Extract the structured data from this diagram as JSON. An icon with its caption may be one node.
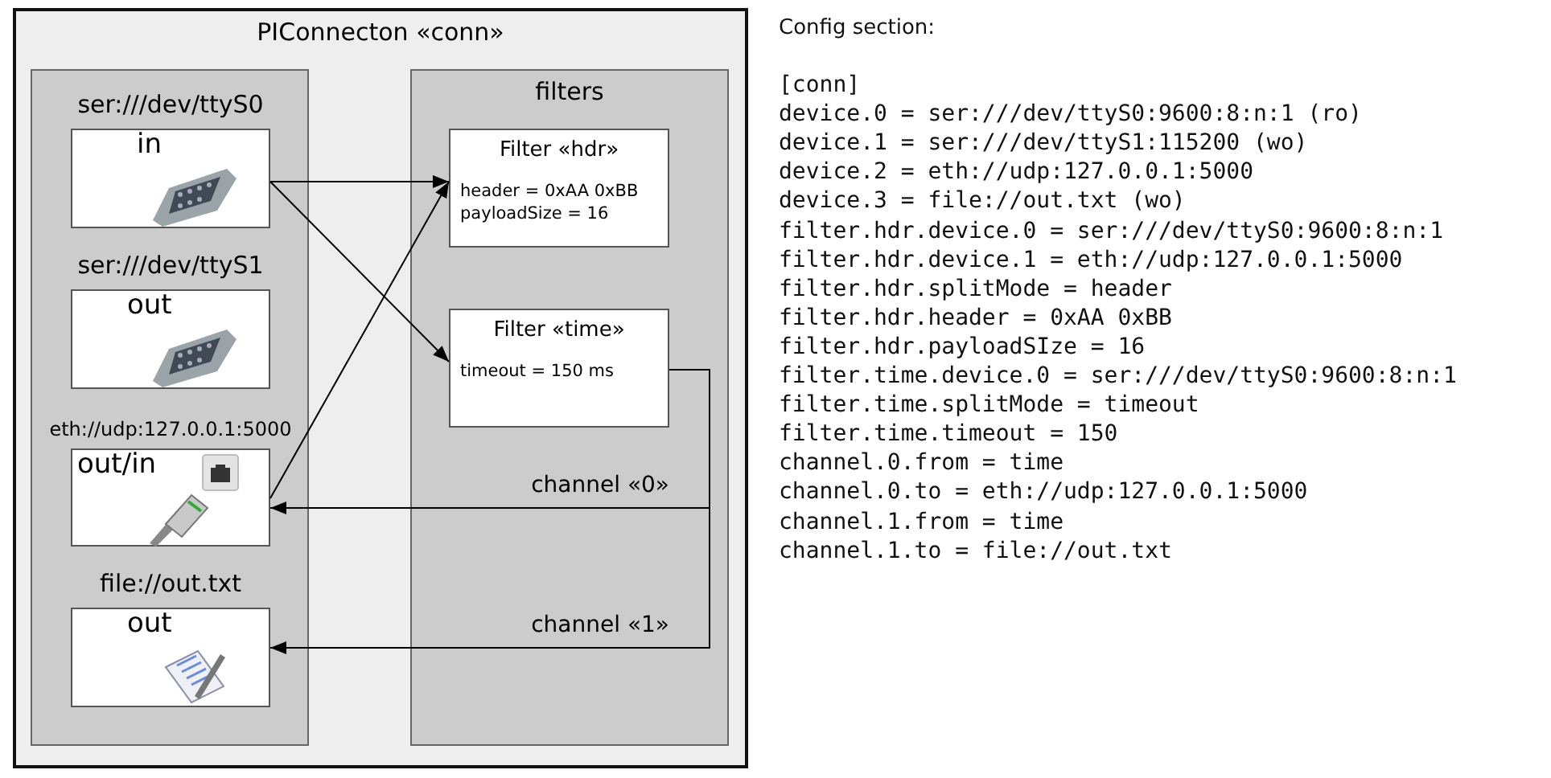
{
  "diagram": {
    "nodes": [
      {
        "text": [
          "PIConnecton «conn»"
        ]
      },
      {
        "text": [],
        "shape": "box",
        "in": 0
      },
      {
        "text": [
          "filters"
        ],
        "in": 0
      },
      {
        "text": [
          "ser:///dev/ttyS0",
          "in"
        ],
        "in": 1
      },
      {
        "text": [
          "ser:///dev/ttyS1",
          "out"
        ],
        "in": 1
      },
      {
        "text": [
          "eth://udp:127.0.0.1:5000",
          "out/in"
        ],
        "in": 1
      },
      {
        "text": [
          "file://out.txt",
          "out"
        ],
        "in": 1
      },
      {
        "text": [
          "Filter «hdr»",
          "header = 0xAA 0xBB payloadSize = 16"
        ],
        "in": 2
      },
      {
        "text": [
          "Filter «time»",
          "timeout = 150 ms"
        ],
        "in": 2
      }
    ],
    "edges": [
      {
        "from": 3,
        "to": 7,
        "arrow": "to"
      },
      {
        "from": 3,
        "to": 8,
        "arrow": "to"
      },
      {
        "from": 5,
        "to": 7,
        "arrow": "to"
      },
      {
        "from": 8,
        "to": 5,
        "arrow": "to",
        "label": "channel «0»"
      },
      {
        "from": 8,
        "to": 6,
        "arrow": "to",
        "label": "channel «1»"
      }
    ],
    "labels": [
      "Config section:",
      "[conn]",
      "device.0 = ser:///dev/ttyS0:9600:8:n:1 (ro)",
      "device.1 = ser:///dev/ttyS1:115200 (wo)",
      "device.2 = eth://udp:127.0.0.1:5000",
      "device.3 = file://out.txt (wo)",
      "filter.hdr.device.0 = ser:///dev/ttyS0:9600:8:n:1",
      "filter.hdr.device.1 = eth://udp:127.0.0.1:5000",
      "filter.hdr.splitMode = header",
      "filter.hdr.header = 0xAA 0xBB",
      "filter.hdr.payloadSIze = 16",
      "filter.time.device.0 = ser:///dev/ttyS0:9600:8:n:1",
      "filter.time.splitMode = timeout",
      "filter.time.timeout = 150",
      "channel.0.from = time",
      "channel.0.to = eth://udp:127.0.0.1:5000",
      "channel.1.from = time",
      "channel.1.to = file://out.txt"
    ]
  }
}
